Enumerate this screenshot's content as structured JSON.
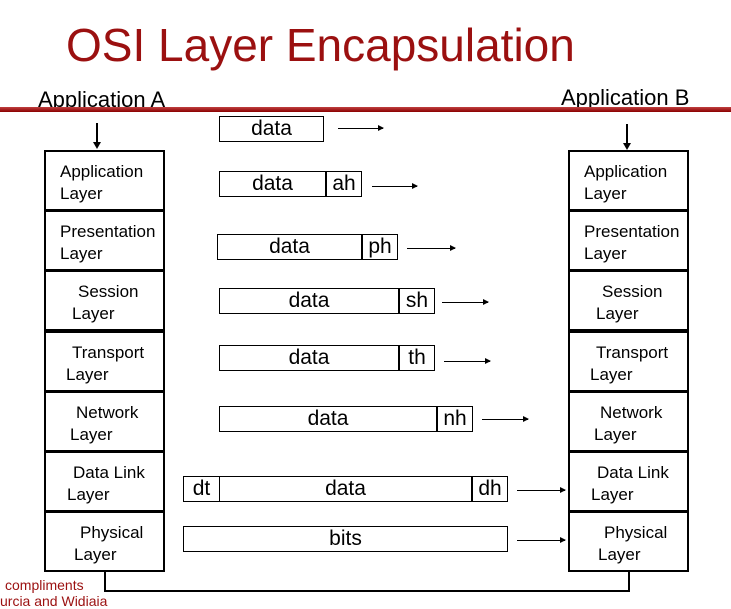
{
  "title": "OSI Layer Encapsulation",
  "app_a": "Application A",
  "app_b": "Application B",
  "layers": [
    {
      "l1": "Application",
      "l2": "Layer"
    },
    {
      "l1": "Presentation",
      "l2": "Layer"
    },
    {
      "l1": "Session",
      "l2": "Layer"
    },
    {
      "l1": "Transport",
      "l2": "Layer"
    },
    {
      "l1": "Network",
      "l2": "Layer"
    },
    {
      "l1": "Data Link",
      "l2": "Layer"
    },
    {
      "l1": "Physical",
      "l2": "Layer"
    }
  ],
  "packets": {
    "app": {
      "data": "data"
    },
    "pres": {
      "data": "data",
      "h": "ah"
    },
    "sess": {
      "data": "data",
      "h": "ph"
    },
    "trans": {
      "data": "data",
      "h": "sh"
    },
    "net": {
      "data": "data",
      "h": "th"
    },
    "dl": {
      "data": "data",
      "h": "nh"
    },
    "phys": {
      "t": "dt",
      "data": "data",
      "h": "dh"
    },
    "bits": "bits"
  },
  "footer": {
    "line1": "compliments",
    "line2": "urcia and Widiaia"
  },
  "colors": {
    "accent": "#9b1010"
  }
}
